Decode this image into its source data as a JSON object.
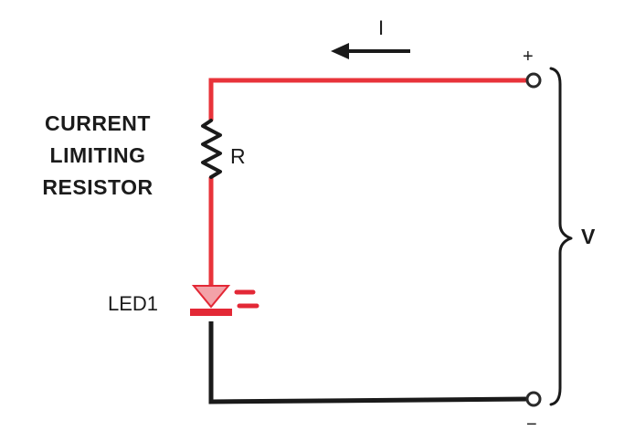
{
  "labels": {
    "resistor_title": [
      "CURRENT",
      "LIMITING",
      "RESISTOR"
    ],
    "resistor": "R",
    "led": "LED1",
    "current": "I",
    "voltage": "V",
    "positive_terminal": "+",
    "negative_terminal": "−"
  },
  "colors": {
    "positive_wire": "#e8333a",
    "negative_wire": "#1a1a1a",
    "led": "#e32836",
    "terminal": "#2a2a2a",
    "text": "#1b1b1b"
  }
}
